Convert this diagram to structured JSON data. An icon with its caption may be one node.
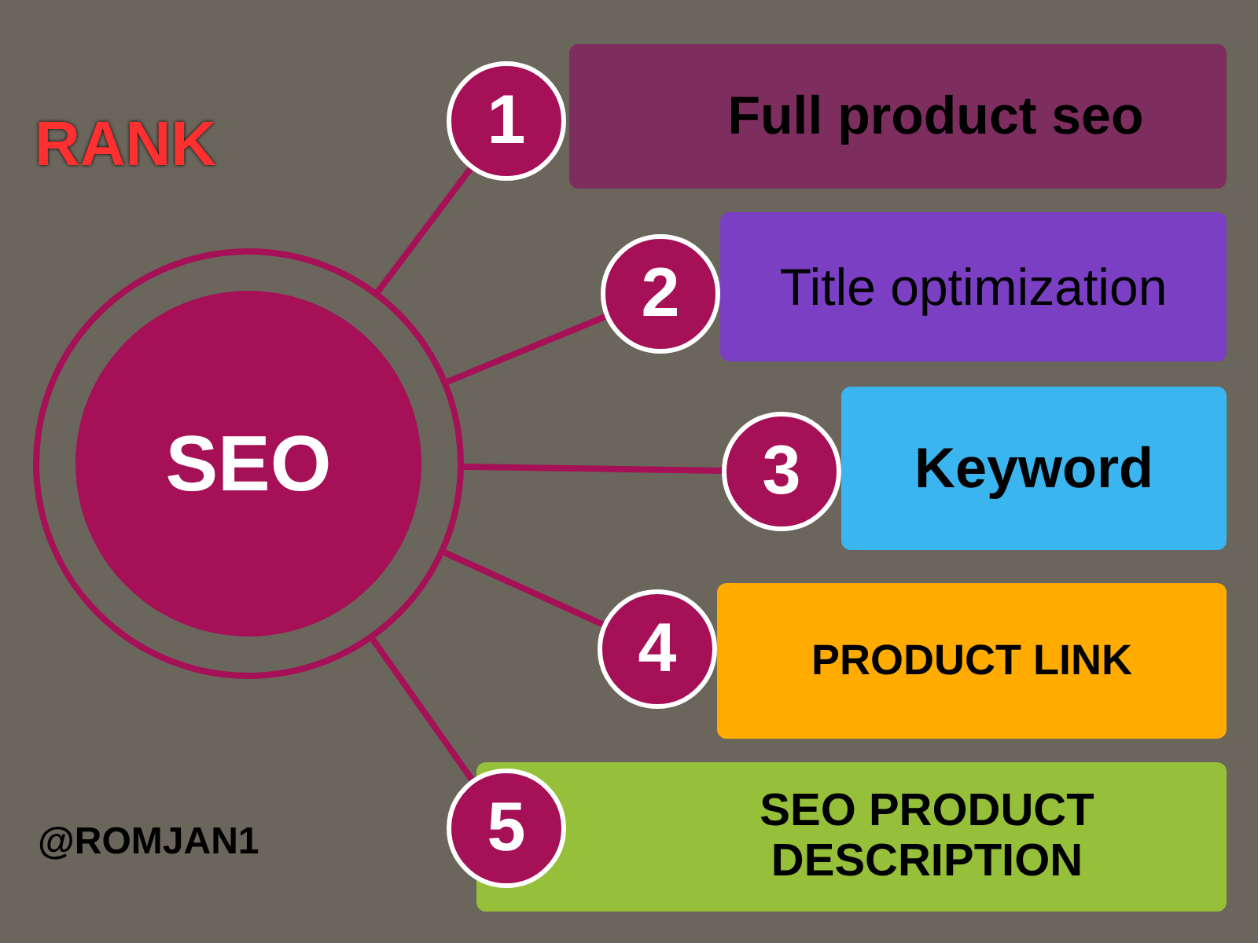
{
  "diagram": {
    "nodes": [
      {
        "text": [
          "SEO"
        ]
      },
      {
        "text": [
          "1"
        ]
      },
      {
        "text": [
          "Full product seo"
        ]
      },
      {
        "text": [
          "2"
        ]
      },
      {
        "text": [
          "Title optimization"
        ]
      },
      {
        "text": [
          "3"
        ]
      },
      {
        "text": [
          "Keyword"
        ]
      },
      {
        "text": [
          "4"
        ]
      },
      {
        "text": [
          "PRODUCT LINK"
        ]
      },
      {
        "text": [
          "5"
        ]
      },
      {
        "text": [
          "SEO PRODUCT DESCRIPTION"
        ]
      }
    ],
    "edges": [
      {
        "from": 0,
        "to": 1,
        "arrow": "none"
      },
      {
        "from": 0,
        "to": 3,
        "arrow": "none"
      },
      {
        "from": 0,
        "to": 5,
        "arrow": "none"
      },
      {
        "from": 0,
        "to": 7,
        "arrow": "none"
      },
      {
        "from": 0,
        "to": 9,
        "arrow": "none"
      }
    ],
    "labels": [
      "RANK",
      "@ROMJAN1"
    ]
  }
}
